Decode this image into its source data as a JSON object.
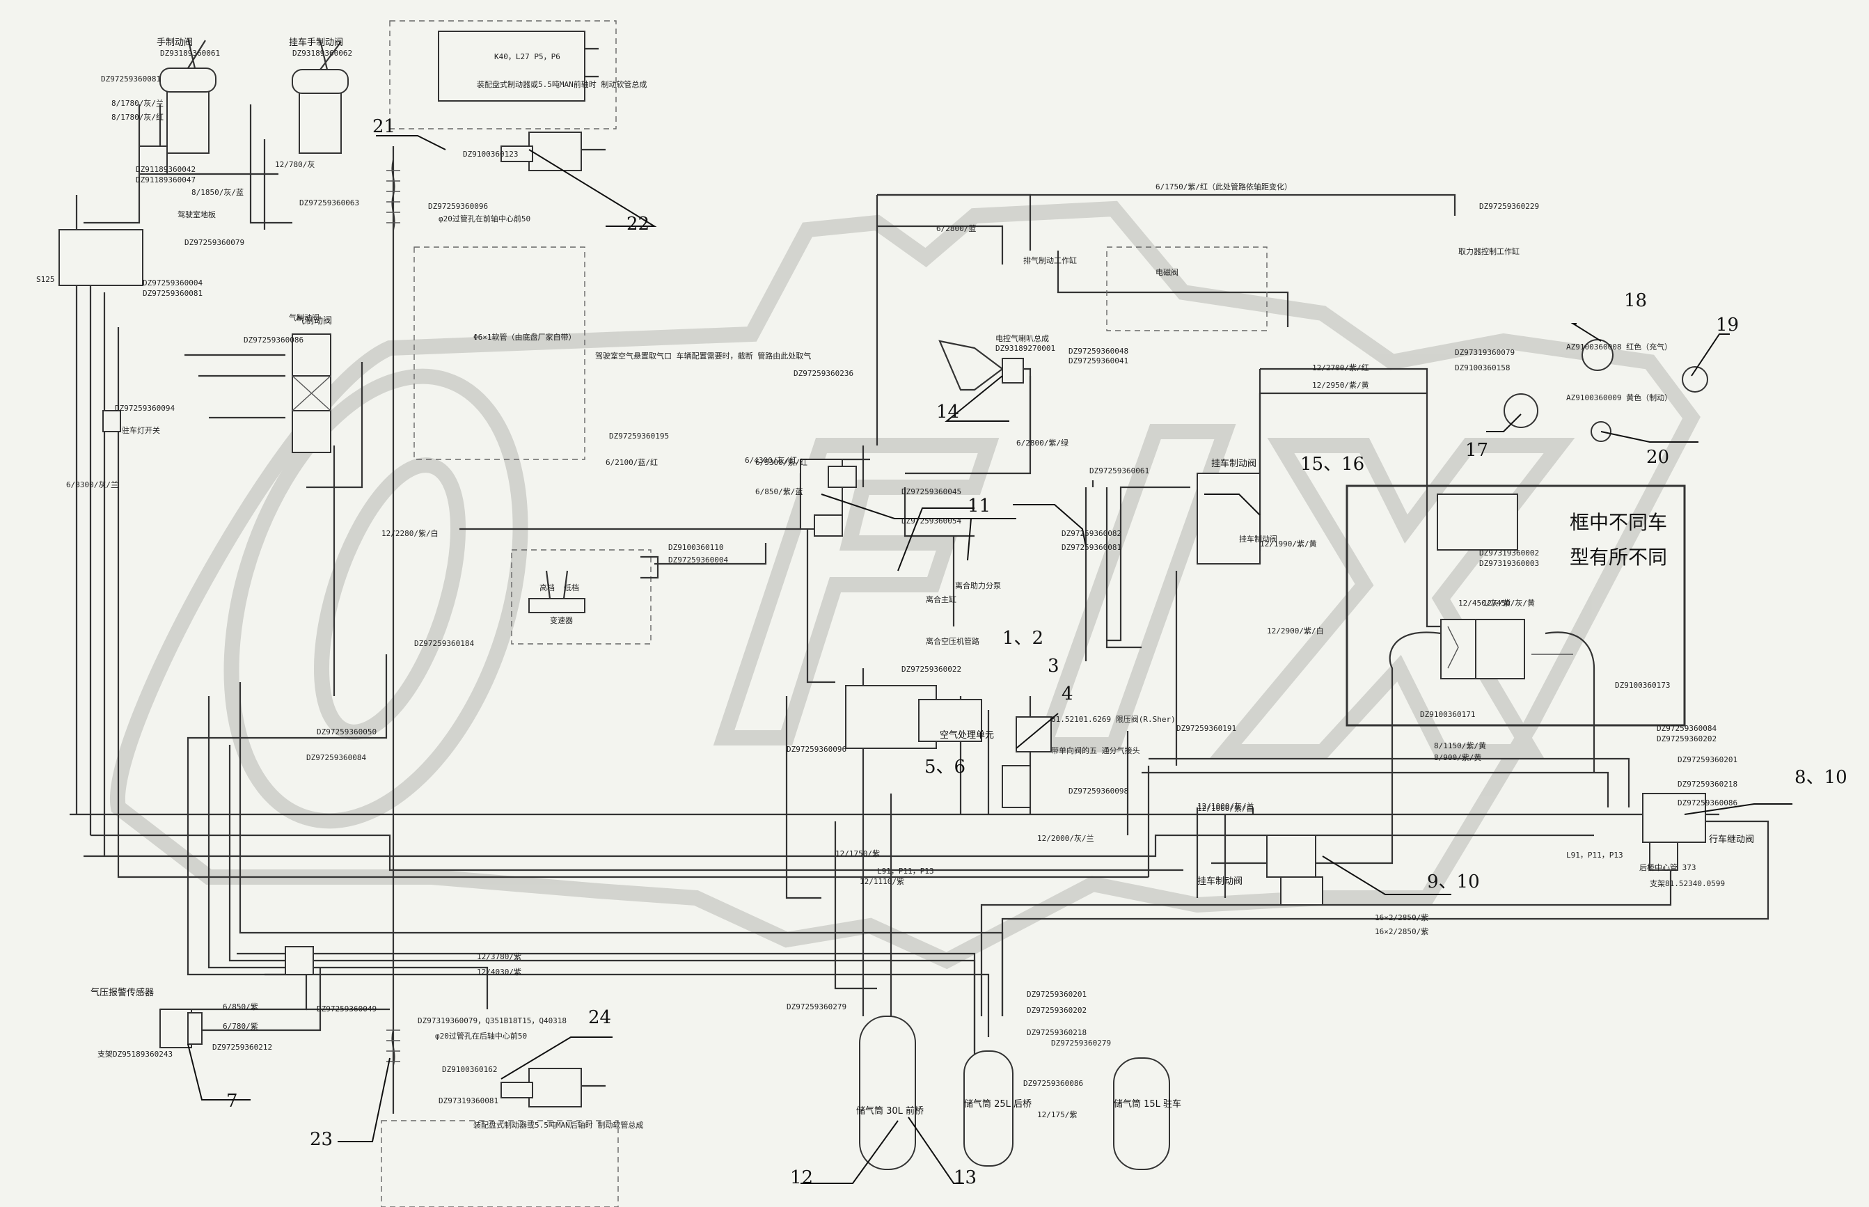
{
  "note_box": {
    "line1": "框中不同车",
    "line2": "型有所不同"
  },
  "callouts": [
    {
      "id": "c1",
      "label": "1、2"
    },
    {
      "id": "c3",
      "label": "3"
    },
    {
      "id": "c4",
      "label": "4"
    },
    {
      "id": "c5",
      "label": "5、6"
    },
    {
      "id": "c7",
      "label": "7"
    },
    {
      "id": "c8",
      "label": "8、10"
    },
    {
      "id": "c9",
      "label": "9、10"
    },
    {
      "id": "c11",
      "label": "11"
    },
    {
      "id": "c12",
      "label": "12"
    },
    {
      "id": "c13",
      "label": "13"
    },
    {
      "id": "c14",
      "label": "14"
    },
    {
      "id": "c15",
      "label": "15、16"
    },
    {
      "id": "c17",
      "label": "17"
    },
    {
      "id": "c18",
      "label": "18"
    },
    {
      "id": "c19",
      "label": "19"
    },
    {
      "id": "c20",
      "label": "20"
    },
    {
      "id": "c21",
      "label": "21"
    },
    {
      "id": "c22",
      "label": "22"
    },
    {
      "id": "c23",
      "label": "23"
    },
    {
      "id": "c24",
      "label": "24"
    }
  ],
  "components": {
    "hand_valve": "手制动阀",
    "trailer_hand_valve": "挂车手制动阀",
    "brake_valve": "气制动阀",
    "trailer_valve": "挂车制动阀",
    "air_processor": "空气处理单元",
    "relay_valve": "行车继动阀",
    "tank_30": "储气筒 30L 前桥",
    "tank_25": "储气筒 25L 后桥",
    "tank_15": "储气筒 15L 驻车",
    "pressure_switch": "气压报警传感器",
    "trailer_brake_valve2": "挂车制动阀"
  },
  "labels": [
    {
      "id": "t1",
      "text": "DZ97259360081"
    },
    {
      "id": "t2",
      "text": "DZ93189360061"
    },
    {
      "id": "t3",
      "text": "DZ93189360062"
    },
    {
      "id": "t4",
      "text": "8/1780/灰/兰"
    },
    {
      "id": "t5",
      "text": "8/1780/灰/红"
    },
    {
      "id": "t6",
      "text": "DZ91189360042"
    },
    {
      "id": "t7",
      "text": "DZ91189360047"
    },
    {
      "id": "t8",
      "text": "8/1850/灰/蓝"
    },
    {
      "id": "t9",
      "text": "驾驶室地板"
    },
    {
      "id": "t10",
      "text": "DZ97259360079"
    },
    {
      "id": "t11",
      "text": "DZ97259360063"
    },
    {
      "id": "t12",
      "text": "DZ97259360004"
    },
    {
      "id": "t13",
      "text": "DZ97259360081"
    },
    {
      "id": "t14",
      "text": "12/780/灰"
    },
    {
      "id": "t15",
      "text": "DZ97259360086"
    },
    {
      "id": "t16",
      "text": "DZ97259360094"
    },
    {
      "id": "t17",
      "text": "驻车灯开关"
    },
    {
      "id": "t18",
      "text": "Φ6×1软管（由底盘厂家自带）"
    },
    {
      "id": "t19",
      "text": "驾驶室空气悬置取气口 车辆配置需要时，截断 管路由此处取气"
    },
    {
      "id": "t20",
      "text": "6/1750/紫/红（此处管路依轴距变化）"
    },
    {
      "id": "t21",
      "text": "6/2800/蓝"
    },
    {
      "id": "t22",
      "text": "12/2700/紫/红"
    },
    {
      "id": "t23",
      "text": "12/2950/紫/黄"
    },
    {
      "id": "t24",
      "text": "DZ97319360079"
    },
    {
      "id": "t25",
      "text": "DZ9100360158"
    },
    {
      "id": "t26",
      "text": "AZ9100360008 红色（充气）"
    },
    {
      "id": "t27",
      "text": "AZ9100360009 黄色（制动）"
    },
    {
      "id": "t28",
      "text": "DZ97259360184"
    },
    {
      "id": "t29",
      "text": "DZ97259360050"
    },
    {
      "id": "t30",
      "text": "DZ97259360084"
    },
    {
      "id": "t31",
      "text": "DZ97259360096"
    },
    {
      "id": "t32",
      "text": "DZ97259360022"
    },
    {
      "id": "t33",
      "text": "DZ97259360195"
    },
    {
      "id": "t34",
      "text": "6/2100/蓝/红"
    },
    {
      "id": "t35",
      "text": "12/1000/灰/兰"
    },
    {
      "id": "t36",
      "text": "12/2000/灰/兰"
    },
    {
      "id": "t37",
      "text": "16×2/2850/紫"
    },
    {
      "id": "t38",
      "text": "16×2/2850/紫"
    },
    {
      "id": "t39",
      "text": "12/3780/紫"
    },
    {
      "id": "t40",
      "text": "12/4030/紫"
    },
    {
      "id": "t41",
      "text": "6/850/紫"
    },
    {
      "id": "t42",
      "text": "6/780/紫"
    },
    {
      "id": "t43",
      "text": "DZ97259360049"
    },
    {
      "id": "t44",
      "text": "DZ97259360212"
    },
    {
      "id": "t45",
      "text": "支架DZ95189360243"
    },
    {
      "id": "t46",
      "text": "DZ97259360279"
    },
    {
      "id": "t47",
      "text": "DZ97259360201"
    },
    {
      "id": "t48",
      "text": "DZ97259360202"
    },
    {
      "id": "t49",
      "text": "DZ97259360218"
    },
    {
      "id": "t50",
      "text": "DZ97259360279"
    },
    {
      "id": "t51",
      "text": "12/175/紫"
    },
    {
      "id": "t52",
      "text": "DZ97259360086"
    },
    {
      "id": "t53",
      "text": "8/1150/紫/黄"
    },
    {
      "id": "t54",
      "text": "8/900/紫/黄"
    },
    {
      "id": "t55",
      "text": "DZ9100360173"
    },
    {
      "id": "t56",
      "text": "DZ9100360171"
    },
    {
      "id": "t57",
      "text": "DZ97259360191"
    },
    {
      "id": "t58",
      "text": "81.52101.6269 限压阀(R.Sher)"
    },
    {
      "id": "t59",
      "text": "带单向阀的五 通分气接头"
    },
    {
      "id": "t60",
      "text": "DZ97259360098"
    },
    {
      "id": "t61",
      "text": "支架81.52340.0599"
    },
    {
      "id": "t62",
      "text": "后桥中心管 373"
    },
    {
      "id": "t63",
      "text": "L91，P11，P13"
    },
    {
      "id": "t64",
      "text": "离合助力分泵"
    },
    {
      "id": "t65",
      "text": "排气制动工作缸"
    },
    {
      "id": "t66",
      "text": "电磁阀"
    },
    {
      "id": "t67",
      "text": "变速器"
    },
    {
      "id": "t68",
      "text": "高档"
    },
    {
      "id": "t69",
      "text": "低档"
    },
    {
      "id": "t70",
      "text": "离合空压机管路"
    },
    {
      "id": "t71",
      "text": "DZ97319360002"
    },
    {
      "id": "t72",
      "text": "DZ97319360003"
    },
    {
      "id": "t73",
      "text": "12/450/灰/紫"
    },
    {
      "id": "t74",
      "text": "12/450/灰/黄"
    },
    {
      "id": "t75",
      "text": "DZ97259360084"
    },
    {
      "id": "t76",
      "text": "DZ97259360202"
    },
    {
      "id": "t77",
      "text": "DZ97259360201"
    },
    {
      "id": "t78",
      "text": "DZ97259360218"
    },
    {
      "id": "t79",
      "text": "DZ97259360086"
    },
    {
      "id": "t80",
      "text": "气制动阀"
    },
    {
      "id": "t81",
      "text": "K40，L27 P5，P6"
    },
    {
      "id": "t82",
      "text": "φ20过管孔在前轴中心前50"
    },
    {
      "id": "t83",
      "text": "φ20过管孔在后轴中心前50"
    },
    {
      "id": "t84",
      "text": "装配盘式制动器或5.5吨MAN后轴时 制动软管总成"
    },
    {
      "id": "t85",
      "text": "装配盘式制动器或5.5吨MAN前轴时 制动软管总成"
    },
    {
      "id": "t86",
      "text": "DZ9100360162"
    },
    {
      "id": "t87",
      "text": "DZ9100360123"
    },
    {
      "id": "t88",
      "text": "DZ97319360081"
    },
    {
      "id": "t89",
      "text": "DZ97319360079，Q351B18T15，Q40318"
    },
    {
      "id": "t90",
      "text": "DZ97259360096"
    },
    {
      "id": "t91",
      "text": "DZ97259360229"
    },
    {
      "id": "t92",
      "text": "取力器控制工作缸"
    },
    {
      "id": "t93",
      "text": "DZ97259360236"
    },
    {
      "id": "t94",
      "text": "12/1990/紫/黄"
    },
    {
      "id": "t95",
      "text": "12/2280/紫/白"
    },
    {
      "id": "t96",
      "text": "12/1750/紫"
    },
    {
      "id": "t97",
      "text": "12/1110/紫"
    },
    {
      "id": "t98",
      "text": "6/8300/灰/兰"
    },
    {
      "id": "t99",
      "text": "6/4300/灰/红"
    },
    {
      "id": "t100",
      "text": "S125"
    },
    {
      "id": "t101",
      "text": "DZ9100360110"
    },
    {
      "id": "t102",
      "text": "DZ97259360004"
    },
    {
      "id": "t103",
      "text": "电控气喇叭总成"
    },
    {
      "id": "t104",
      "text": "DZ93189270001"
    },
    {
      "id": "t105",
      "text": "DZ97259360048"
    },
    {
      "id": "t106",
      "text": "DZ97259360041"
    },
    {
      "id": "t107",
      "text": "6/2800/紫/绿"
    },
    {
      "id": "t108",
      "text": "6/850/紫/蓝"
    },
    {
      "id": "t109",
      "text": "DZ97259360045"
    },
    {
      "id": "t110",
      "text": "DZ97259360054"
    },
    {
      "id": "t111",
      "text": "DZ97259360061"
    },
    {
      "id": "t112",
      "text": "6/5300/紫/红"
    },
    {
      "id": "t113",
      "text": "12/2900/紫/白"
    },
    {
      "id": "t114",
      "text": "离合主缸"
    },
    {
      "id": "t115",
      "text": "12/1060/紫/白"
    },
    {
      "id": "t116",
      "text": "DZ97259360082"
    },
    {
      "id": "t117",
      "text": "DZ97259360081"
    },
    {
      "id": "t118",
      "text": "挂车制动阀"
    },
    {
      "id": "t119",
      "text": "L91，P11，P13"
    }
  ]
}
